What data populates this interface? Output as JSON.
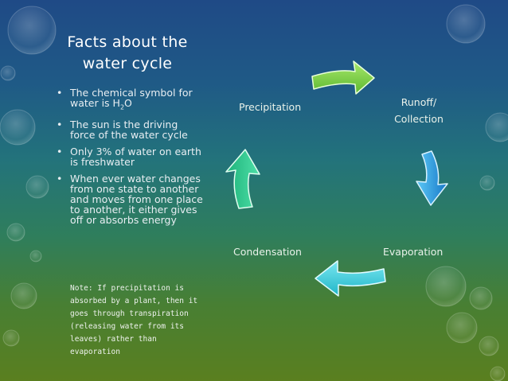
{
  "slide": {
    "title": "Facts about the water cycle",
    "bullets": {
      "b1_before": "The chemical symbol for water is H",
      "b1_sub": "2",
      "b1_after": "O",
      "b2": "The sun is the driving force of the water cycle",
      "b3": "Only 3% of water on earth is freshwater",
      "b4": "When ever water changes from one state to another and moves from one place to another, it either gives off or absorbs energy"
    },
    "note": "Note: If precipitation is absorbed by a plant, then it goes through transpiration (releasing water from its leaves) rather than evaporation"
  },
  "cycle": {
    "precipitation": "Precipitation",
    "runoff_line1": "Runoff/",
    "runoff_line2": "Collection",
    "evaporation": "Evaporation",
    "condensation": "Condensation"
  },
  "colors": {
    "arrow_top": "#7bd14a",
    "arrow_right": "#1f9fe0",
    "arrow_bottom": "#39c9d8",
    "arrow_left": "#22c98c"
  }
}
